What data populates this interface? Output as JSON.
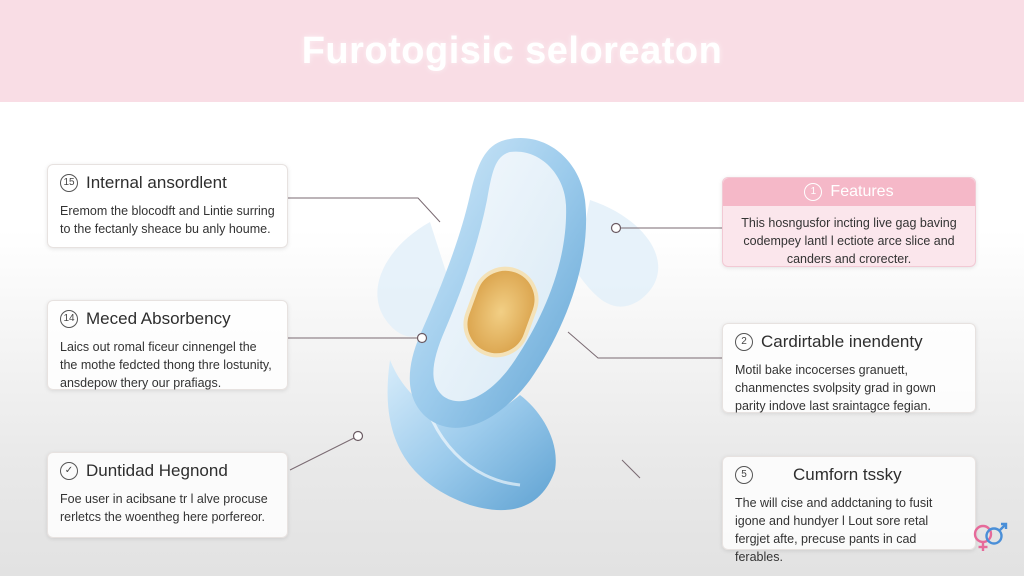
{
  "header": {
    "title": "Furotogisic seloreaton"
  },
  "callouts": [
    {
      "badge": "15",
      "title": "Internal ansordlent",
      "body": "Eremom the blocodft and Lintie surring to the fectanly sheace bu anly houme."
    },
    {
      "badge": "14",
      "title": "Meced Absorbency",
      "body": "Laics out romal ficeur cinnengel the the mothe fedcted thong thre lostunity, ansdepow thery our prafiags."
    },
    {
      "badge": "✓",
      "title": "Duntidad Hegnond",
      "body": "Foe user in acibsane tr l alve procuse rerletcs the woentheg here porfereor."
    },
    {
      "badge": "1",
      "title": "Features",
      "body": "This hosngusfor incting live gag baving codempey lantl l ectiote arce slice and canders and crorecter."
    },
    {
      "badge": "2",
      "title": "Cardirtable inendenty",
      "body": "Motil bake incocerses granuett, chanmenctes svolpsity grad in gown parity indove last sraintagce fegian."
    },
    {
      "badge": "5",
      "title": "Cumforn tssky",
      "body": "The will cise and addctaning to fusit igone and hundyer l Lout sore retal fergjet afte, precuse pants in cad ferables."
    }
  ],
  "colors": {
    "header_bg": "#f9dde5",
    "accent_pink": "#f5b8c8",
    "pad_blue": "#8fc4e8",
    "core": "#e8b860"
  },
  "icons": {
    "corner": "gender-symbols-icon"
  }
}
